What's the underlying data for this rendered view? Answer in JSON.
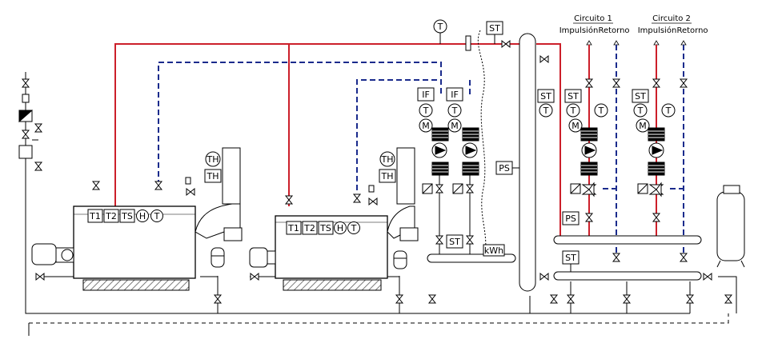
{
  "colors": {
    "supply": "#cc1f2a",
    "return": "#1a2b8c",
    "line": "#000000",
    "hatch": "#555555"
  },
  "circuits": [
    {
      "title": "Circuito 1",
      "impulsion": "Impulsión",
      "retorno": "Retorno"
    },
    {
      "title": "Circuito 2",
      "impulsion": "Impulsión",
      "retorno": "Retorno"
    }
  ],
  "boilers": [
    {
      "sensors": [
        "T1",
        "T2",
        "TS"
      ],
      "circles": [
        "H",
        "T"
      ],
      "flue_sensors": [
        "TH",
        "TH"
      ]
    },
    {
      "sensors": [
        "T1",
        "T2",
        "TS"
      ],
      "circles": [
        "H",
        "T"
      ],
      "flue_sensors": [
        "TH",
        "TH"
      ]
    }
  ],
  "labels": {
    "top_temp": "T",
    "top_st": "ST",
    "if1": "IF",
    "if2": "IF",
    "t1": "T",
    "t2": "T",
    "m1": "M",
    "m2": "M",
    "ps_header": "PS",
    "ps_lower": "PS",
    "st_bottom": "ST",
    "kwh": "kWh",
    "st_left": "ST",
    "t_left": "T",
    "st_c1": "ST",
    "t_c1a": "T",
    "t_c1b": "T",
    "m_c1": "M",
    "st_c2": "ST",
    "t_c2a": "T",
    "t_c2b": "T",
    "m_c2": "M",
    "st_manifold": "ST"
  }
}
